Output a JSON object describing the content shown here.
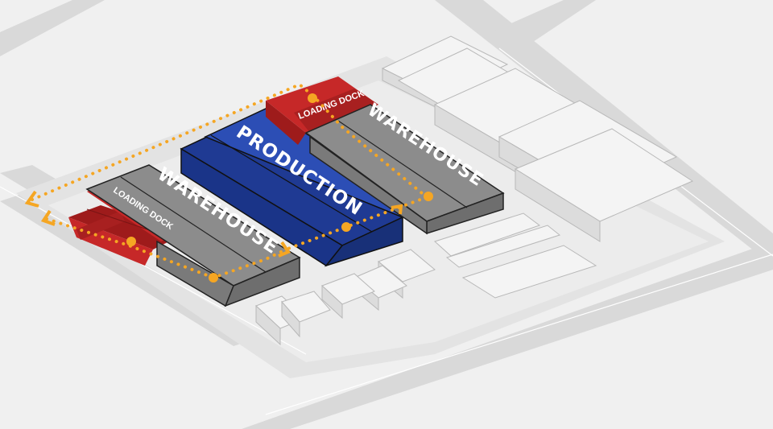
{
  "labels": {
    "production": "PRODUCTION",
    "warehouse_left": "WAREHOUSE",
    "warehouse_right": "WAREHOUSE",
    "loading_dock_left": "LOADING DOCK",
    "loading_dock_right": "LOADING DOCK"
  },
  "colors": {
    "production": "#1f3a93",
    "warehouse": "#8c8c8c",
    "loading_dock": "#c62828",
    "flow_path": "#f5a623",
    "ground": "#e6e6e6",
    "road": "#d9d9d9"
  },
  "icons": [
    "flow-arrow-icon",
    "flow-node-icon"
  ]
}
